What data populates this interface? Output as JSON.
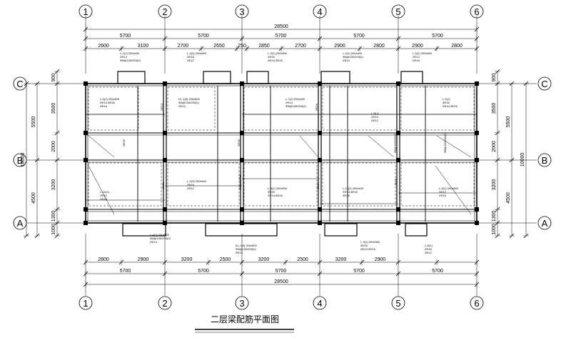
{
  "title": "二层梁配筋平面图",
  "grid_columns": [
    "1",
    "2",
    "3",
    "4",
    "5",
    "6"
  ],
  "grid_rows": [
    "A",
    "B",
    "C"
  ],
  "dims_top": {
    "total": "28500",
    "bays": [
      "5700",
      "5700",
      "5700",
      "5700",
      "5700"
    ],
    "sub": [
      "2600",
      "3100",
      "2700",
      "2650",
      "250",
      "2850",
      "2700",
      "2900",
      "2800",
      "2900",
      "2800"
    ]
  },
  "dims_bottom": {
    "total": "28500",
    "bays": [
      "5700",
      "5700",
      "5700",
      "5700",
      "5700"
    ],
    "sub": [
      "2800",
      "2900",
      "3200",
      "2500",
      "3200",
      "2500",
      "3200",
      "2900"
    ]
  },
  "dims_side": {
    "left_outer": [
      "5500",
      "4500"
    ],
    "left_total": "10000",
    "left_inner": [
      "900",
      "3500",
      "2000",
      "3200",
      "1300",
      "1000"
    ],
    "right_outer": [
      "5500",
      "4500"
    ],
    "right_total": "10000",
    "right_inner": [
      "900",
      "3500",
      "2000",
      "3200",
      "1300",
      "1000"
    ]
  },
  "beam_labels": [
    "L-1(1) 200x400",
    "L-2(3) 200x600",
    "L-3(1) 200x500",
    "L-4(1) 200x400",
    "L-5(1) 200x600",
    "L-6(1) 200x500",
    "L-7(2) 200x400",
    "L-8(1)",
    "L-9(1)",
    "KL-1(5) 200x600",
    "L-10(1)",
    "L-11(2) 200x400"
  ],
  "rebar_notes": [
    "2Φ14",
    "2Φ16",
    "3Φ16",
    "Φ8@100/200(2)",
    "2Φ12",
    "2Φ14;3Φ16"
  ]
}
